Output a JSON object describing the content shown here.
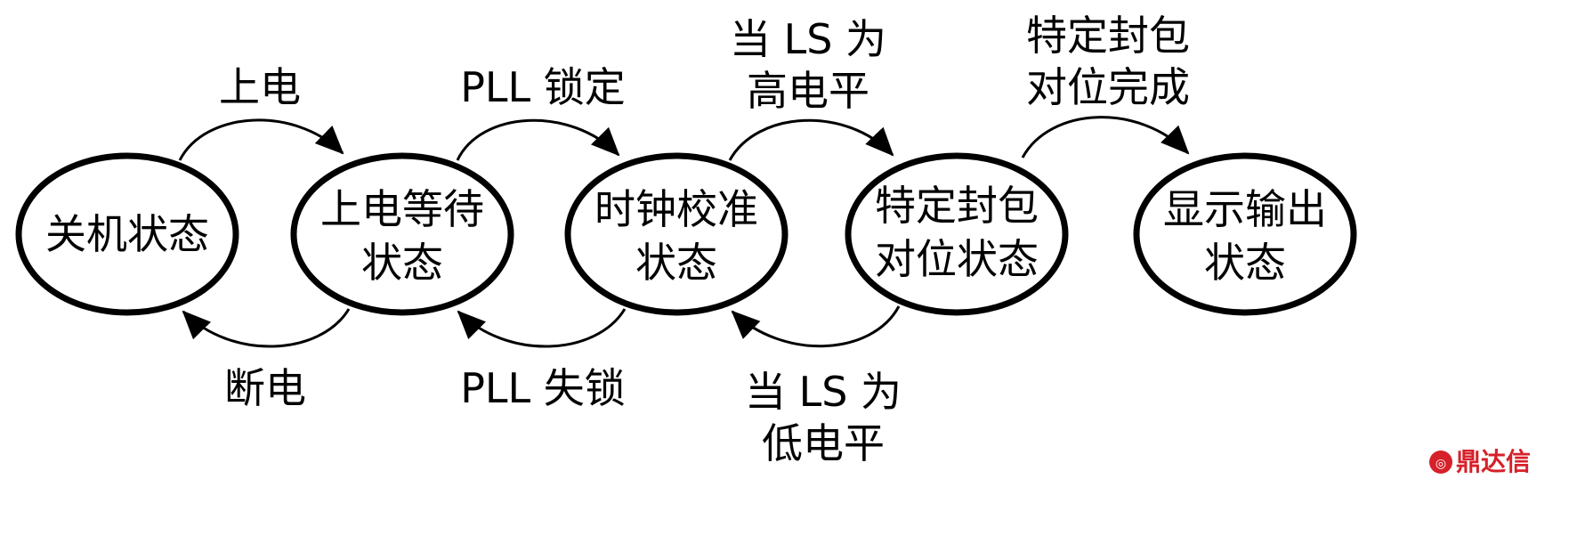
{
  "states": [
    {
      "id": "off",
      "lines": [
        "关机状态"
      ]
    },
    {
      "id": "power_wait",
      "lines": [
        "上电等待",
        "状态"
      ]
    },
    {
      "id": "clock_cal",
      "lines": [
        "时钟校准",
        "状态"
      ]
    },
    {
      "id": "pack_align",
      "lines": [
        "特定封包",
        "对位状态"
      ]
    },
    {
      "id": "display_out",
      "lines": [
        "显示输出",
        "状态"
      ]
    }
  ],
  "transitions": {
    "forward": [
      {
        "from": "off",
        "to": "power_wait",
        "lines": [
          "上电"
        ]
      },
      {
        "from": "power_wait",
        "to": "clock_cal",
        "lines": [
          "PLL 锁定"
        ]
      },
      {
        "from": "clock_cal",
        "to": "pack_align",
        "lines": [
          "当 LS 为",
          "高电平"
        ]
      },
      {
        "from": "pack_align",
        "to": "display_out",
        "lines": [
          "特定封包",
          "对位完成"
        ]
      }
    ],
    "backward": [
      {
        "from": "power_wait",
        "to": "off",
        "lines": [
          "断电"
        ]
      },
      {
        "from": "clock_cal",
        "to": "power_wait",
        "lines": [
          "PLL 失锁"
        ]
      },
      {
        "from": "pack_align",
        "to": "clock_cal",
        "lines": [
          "当 LS 为",
          "低电平"
        ]
      }
    ]
  },
  "watermark": {
    "text": "鼎达信",
    "color": "#d6212a"
  }
}
